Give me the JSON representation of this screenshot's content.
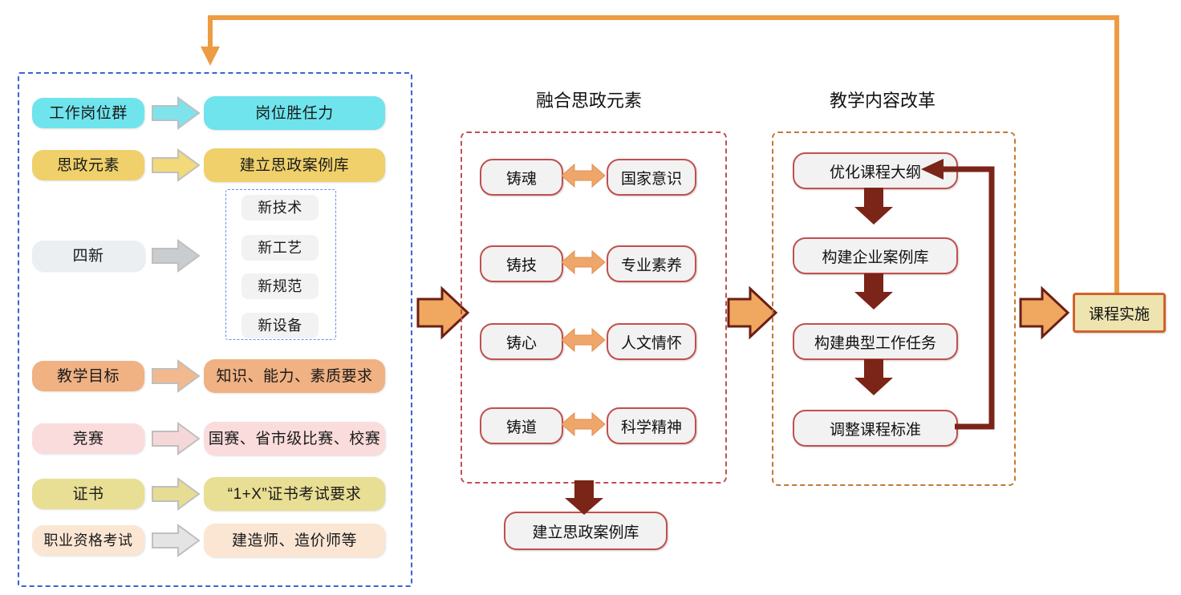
{
  "diagram": {
    "title_fusion": "融合思政元素",
    "title_reform": "教学内容改革",
    "left_panel": {
      "rows": [
        {
          "source": "工作岗位群",
          "target": "岗位胜任力",
          "color": "#6FE4ED",
          "arrow": "#7FE3EC"
        },
        {
          "source": "思政元素",
          "target": "建立思政案例库",
          "color": "#EFD06A",
          "arrow": "#F2D97A"
        },
        {
          "source": "四新",
          "target": "",
          "color": "#ECEFF1",
          "arrow": "#C9CDD0"
        },
        {
          "source": "教学目标",
          "target": "知识、能力、素质要求",
          "color": "#F0B183",
          "arrow": "#F2B98E"
        },
        {
          "source": "竞赛",
          "target": "国赛、省市级比赛、校赛",
          "color": "#FADCDC",
          "arrow": "#F6D7D7"
        },
        {
          "source": "证书",
          "target": "“1+X”证书考试要求",
          "color": "#E8DE94",
          "arrow": "#E6DC93"
        },
        {
          "source": "职业资格考试",
          "target": "建造师、造价师等",
          "color": "#FBE6D4",
          "arrow": "#E4E4E4"
        }
      ],
      "sixin_items": [
        "新技术",
        "新工艺",
        "新规范",
        "新设备"
      ]
    },
    "middle_panel": {
      "pairs": [
        {
          "left": "铸魂",
          "right": "国家意识"
        },
        {
          "left": "铸技",
          "right": "专业素养"
        },
        {
          "left": "铸心",
          "right": "人文情怀"
        },
        {
          "left": "铸道",
          "right": "科学精神"
        }
      ],
      "output": "建立思政案例库"
    },
    "right_panel": {
      "steps": [
        "优化课程大纲",
        "构建企业案例库",
        "构建典型工作任务",
        "调整课程标准"
      ]
    },
    "implementation": "课程实施",
    "colors": {
      "blue_dashed": "#3B63D6",
      "red_dashed": "#C0504D",
      "tan_dashed": "#C07A33",
      "orange_arrow": "#ED9C43",
      "orange_arrow_fill": "#F0A860",
      "maroon": "#7B2418",
      "node_border": "#C0504D",
      "node_fill": "#F2F2F2",
      "impl_fill": "#EDE4B0",
      "impl_border": "#D0622B",
      "biarrow": "#EFA66A"
    }
  }
}
